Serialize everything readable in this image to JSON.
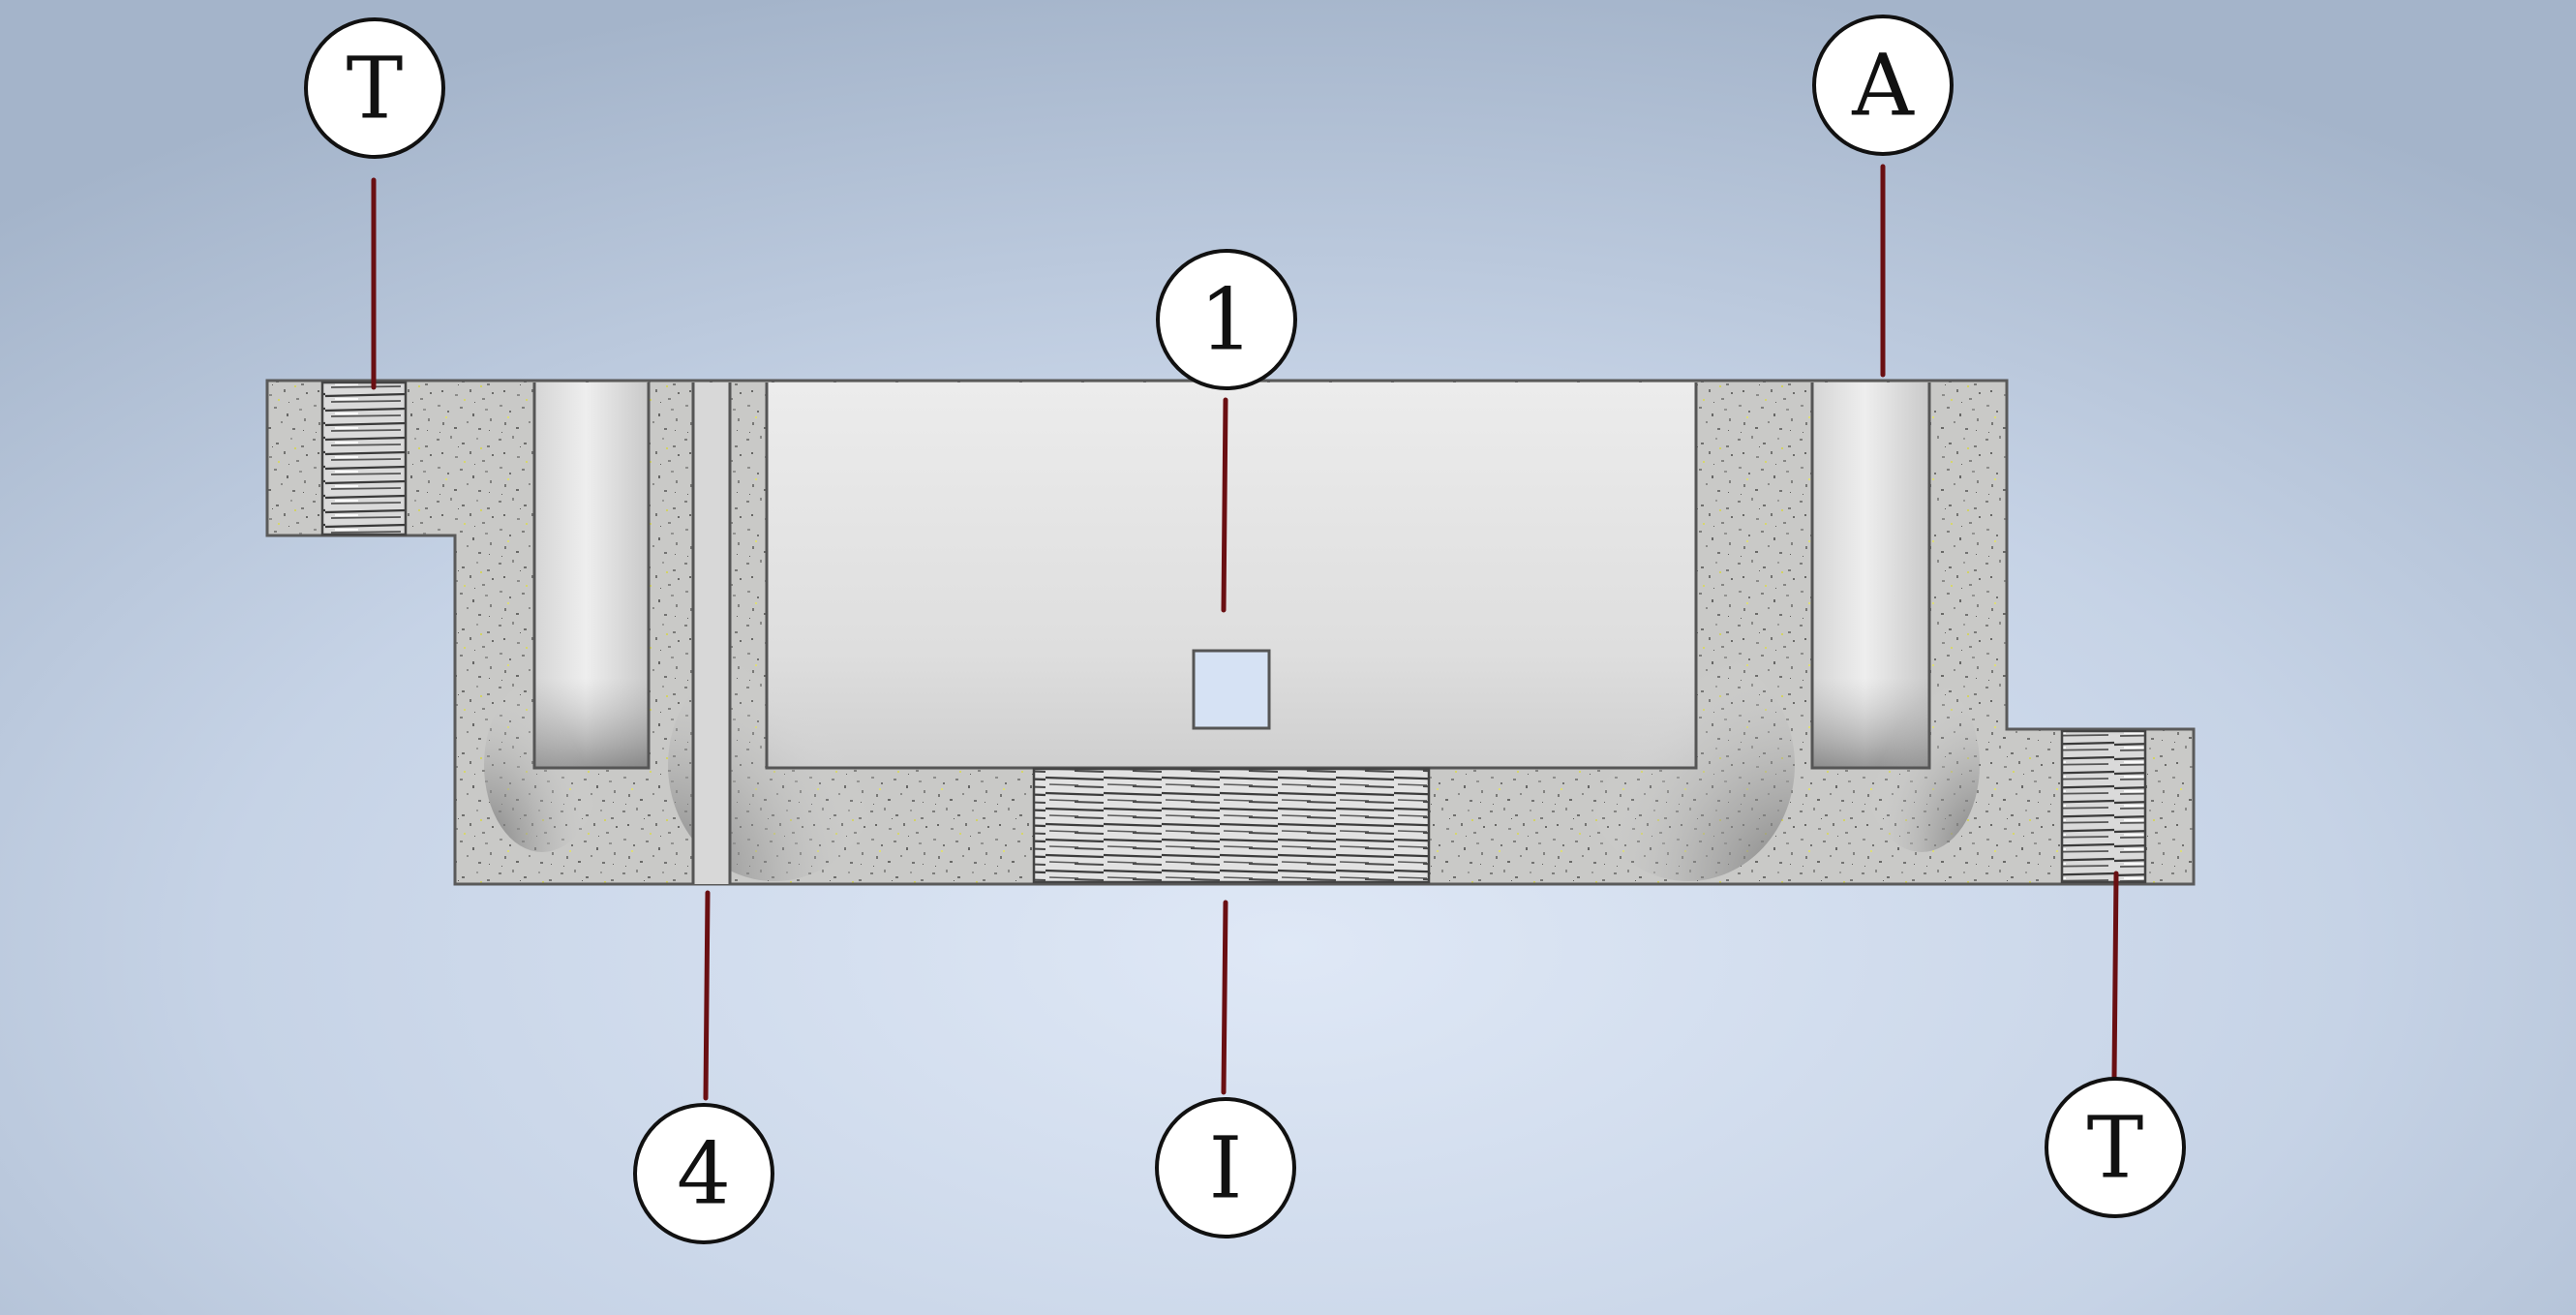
{
  "diagram": {
    "callouts": {
      "top_left": {
        "label": "T"
      },
      "top_right": {
        "label": "A"
      },
      "center": {
        "label": "1"
      },
      "bottom_left": {
        "label": "4"
      },
      "bottom_center": {
        "label": "I"
      },
      "bottom_right": {
        "label": "T"
      }
    },
    "colors": {
      "background_center": "#dce6f4",
      "background_edge": "#a3b3c9",
      "body_fill": "#c8c8c6",
      "speckle_dark": "#7a7a78",
      "speckle_yellow": "#d8d86a",
      "cavity_light": "#e6e6e6",
      "cavity_shadow": "#7f7f7f",
      "outline": "#555555",
      "leader": "#6a0f12",
      "marker_square": "#d6e2f4"
    }
  }
}
